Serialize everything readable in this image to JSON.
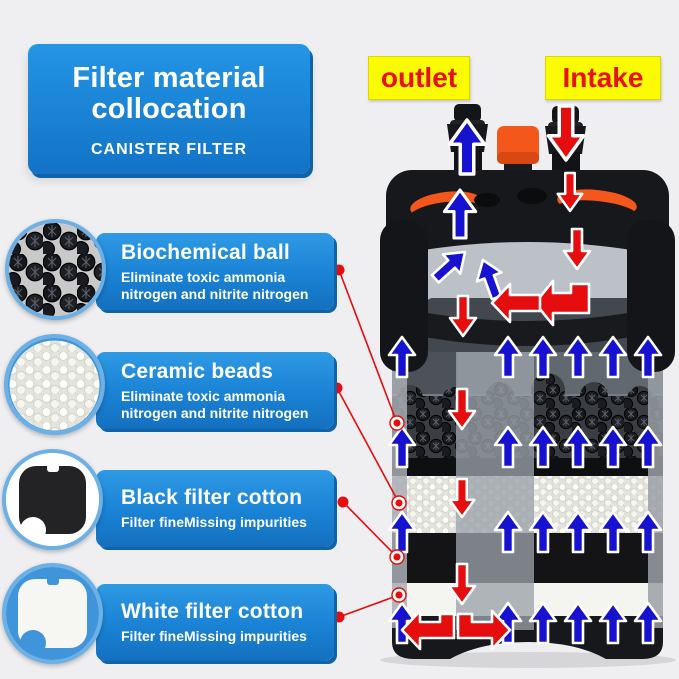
{
  "title_card": {
    "title": "Filter material collocation",
    "subtitle": "CANISTER FILTER"
  },
  "ports": {
    "outlet": "outlet",
    "intake": "Intake"
  },
  "materials": [
    {
      "name": "Biochemical ball",
      "description": "Eliminate toxic ammonia nitrogen and nitrite nitrogen"
    },
    {
      "name": "Ceramic beads",
      "description": "Eliminate toxic ammonia nitrogen and nitrite nitrogen"
    },
    {
      "name": "Black filter cotton",
      "description": "Filter fineMissing impurities"
    },
    {
      "name": "White filter cotton",
      "description": "Filter fineMissing impurities"
    }
  ],
  "icons": {
    "flow_up_arrow": "↑",
    "flow_down_arrow": "↓"
  },
  "colors": {
    "accent_blue": "#1b84d6",
    "tag_yellow": "#fbfb04",
    "tag_text_red": "#e81010",
    "flow_up_blue": "#1612cf",
    "flow_down_red": "#e50d0d",
    "background": "#efeef0"
  }
}
